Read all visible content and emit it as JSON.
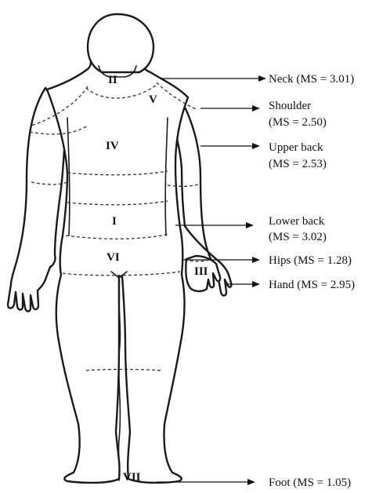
{
  "regions": [
    {
      "id": "II",
      "label": "II"
    },
    {
      "id": "V",
      "label": "V"
    },
    {
      "id": "IV",
      "label": "IV"
    },
    {
      "id": "I",
      "label": "I"
    },
    {
      "id": "VI",
      "label": "VI"
    },
    {
      "id": "III",
      "label": "III"
    },
    {
      "id": "VII",
      "label": "VII"
    }
  ],
  "callouts": [
    {
      "key": "neck",
      "lines": [
        "Neck (MS = 3.01)"
      ]
    },
    {
      "key": "shoulder",
      "lines": [
        "Shoulder",
        "(MS = 2.50)"
      ]
    },
    {
      "key": "upper_back",
      "lines": [
        "Upper back",
        "(MS = 2.53)"
      ]
    },
    {
      "key": "lower_back",
      "lines": [
        "Lower back",
        "(MS = 3.02)"
      ]
    },
    {
      "key": "hips",
      "lines": [
        "Hips (MS = 1.28)"
      ]
    },
    {
      "key": "hand",
      "lines": [
        "Hand (MS = 2.95)"
      ]
    },
    {
      "key": "foot",
      "lines": [
        "Foot (MS = 1.05)"
      ]
    }
  ]
}
